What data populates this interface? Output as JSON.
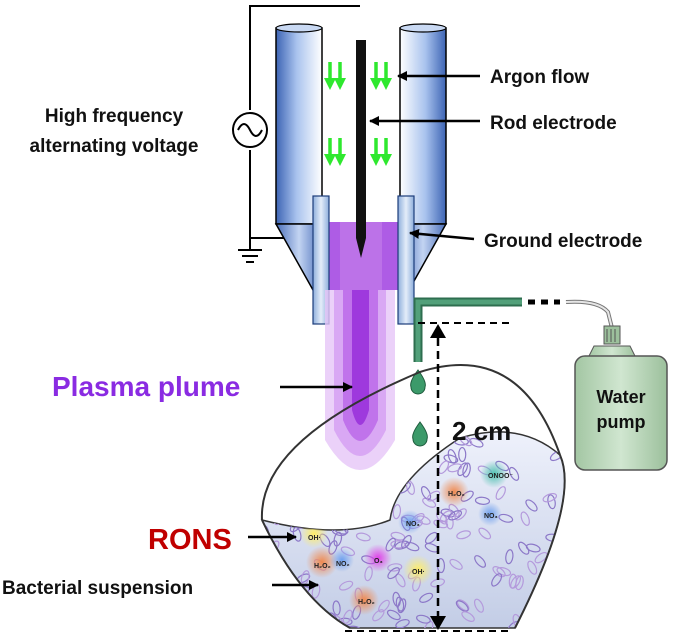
{
  "labels": {
    "hf_line1": "High frequency",
    "hf_line2": "alternating voltage",
    "argon_flow": "Argon flow",
    "rod_electrode": "Rod electrode",
    "ground_electrode": "Ground electrode",
    "plasma_plume": "Plasma plume",
    "distance": "2 cm",
    "water_line1": "Water",
    "water_line2": "pump",
    "rons": "RONS",
    "bacterial_suspension": "Bacterial suspension"
  },
  "species": {
    "oh": "OH·",
    "h2o2": "H₂O₂",
    "no2": "NO₂",
    "o3": "O₃",
    "no3": "NO₃",
    "onoo": "ONOO⁻"
  },
  "colors": {
    "plasma": "#a040e0",
    "rons_label": "#c00000",
    "plasma_label": "#8a2be2",
    "arrow_green": "#2ee82e",
    "tube_blue": "#5a82c8",
    "water_green": "#3c8c64",
    "pump_body": "#b4d2b4"
  }
}
